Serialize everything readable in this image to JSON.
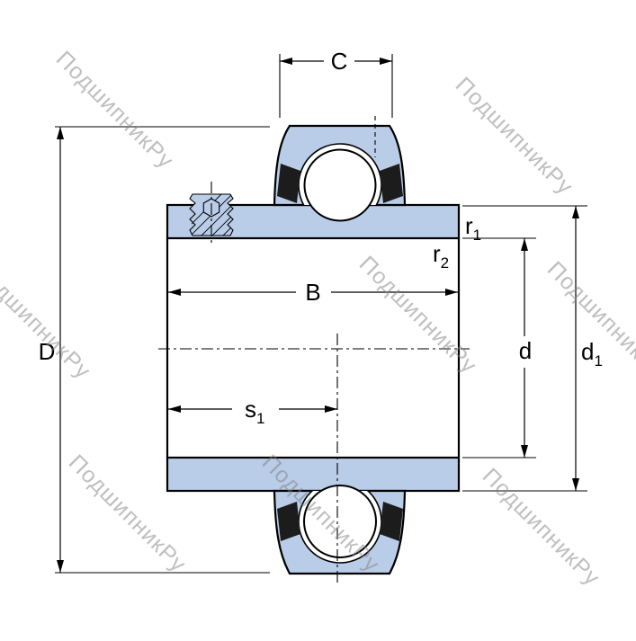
{
  "watermark": {
    "text": "ПодшипникРу"
  },
  "colors": {
    "part_fill": "#b9cce8",
    "outline": "#000000",
    "seal": "#1c1c1c",
    "watermark": "#808080"
  },
  "labels": {
    "C": "C",
    "D": "D",
    "B": "B",
    "d": "d",
    "s1": {
      "base": "s",
      "sub": "1"
    },
    "r1": {
      "base": "r",
      "sub": "1"
    },
    "r2": {
      "base": "r",
      "sub": "2"
    },
    "d1": {
      "base": "d",
      "sub": "1"
    }
  }
}
